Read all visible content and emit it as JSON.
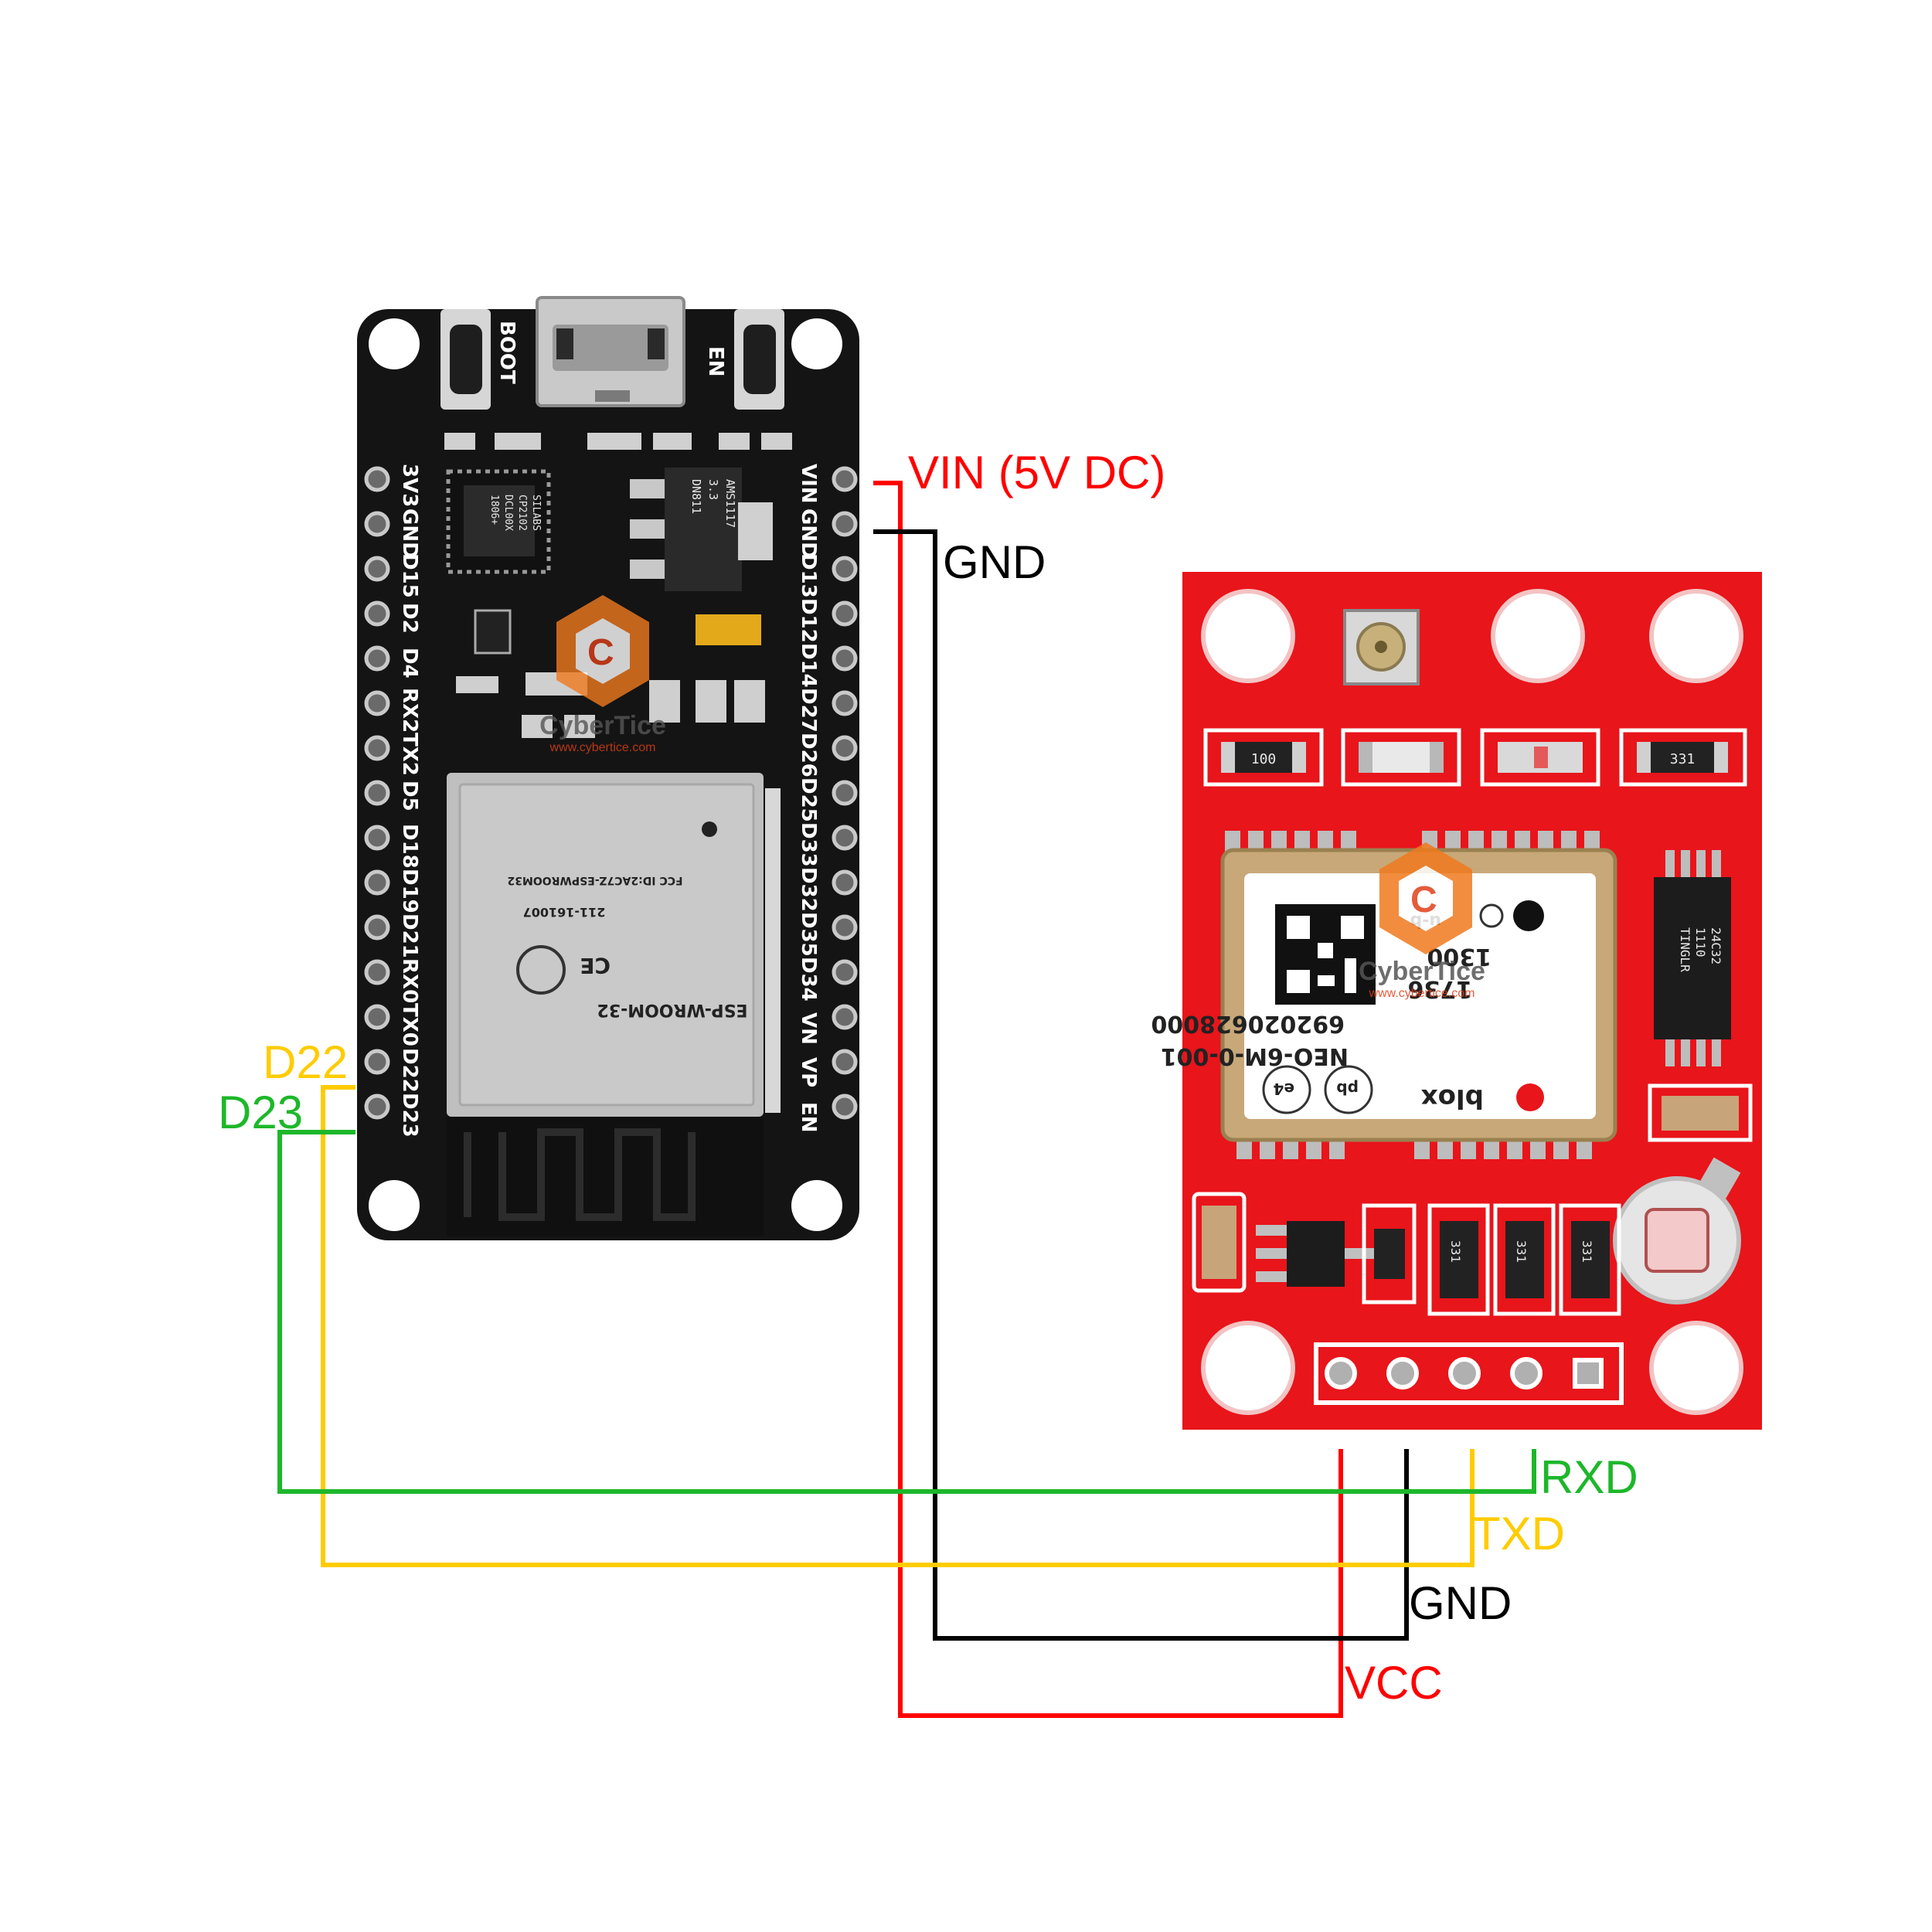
{
  "esp32": {
    "buttons": {
      "boot": "BOOT",
      "en": "EN"
    },
    "left_pins": [
      "3V3",
      "GND",
      "D15",
      "D2",
      "D4",
      "RX2",
      "TX2",
      "D5",
      "D18",
      "D19",
      "D21",
      "RX0",
      "TX0",
      "D22",
      "D23"
    ],
    "right_pins": [
      "VIN",
      "GND",
      "D13",
      "D12",
      "D14",
      "D27",
      "D26",
      "D25",
      "D33",
      "D32",
      "D35",
      "D34",
      "VN",
      "VP",
      "EN"
    ],
    "usb_chip": [
      "SILABS",
      "CP2102",
      "DCL00X",
      "1806+"
    ],
    "regulator": [
      "AMS1117",
      "3.3",
      "DN811"
    ],
    "module_text": [
      "ESP-WROOM-32",
      "211-161007",
      "FCC ID:2AC7Z-ESPWROOM32"
    ]
  },
  "gps": {
    "brand": "blox",
    "label_lines": [
      "NEO-6M-0-001",
      "692020628000",
      "1736",
      "1300"
    ],
    "ublox_mark": "u-b",
    "resistor_values": [
      "100",
      "331",
      "331",
      "331",
      "331"
    ],
    "eeprom": [
      "24C32",
      "1110",
      "TINGLR"
    ],
    "marks": [
      "e4",
      "pb"
    ]
  },
  "watermark": {
    "name": "CyberTice",
    "url": "www.cybertice.com"
  },
  "wires": {
    "esp_vin": "VIN (5V DC)",
    "esp_gnd": "GND",
    "esp_d22": "D22",
    "esp_d23": "D23",
    "gps_rxd": "RXD",
    "gps_txd": "TXD",
    "gps_gnd": "GND",
    "gps_vcc": "VCC"
  },
  "colors": {
    "vin": "#ff0000",
    "gnd": "#000000",
    "d22": "#ffcc00",
    "d23": "#1db72a",
    "board": "#141414",
    "gps_board": "#e8151b"
  }
}
